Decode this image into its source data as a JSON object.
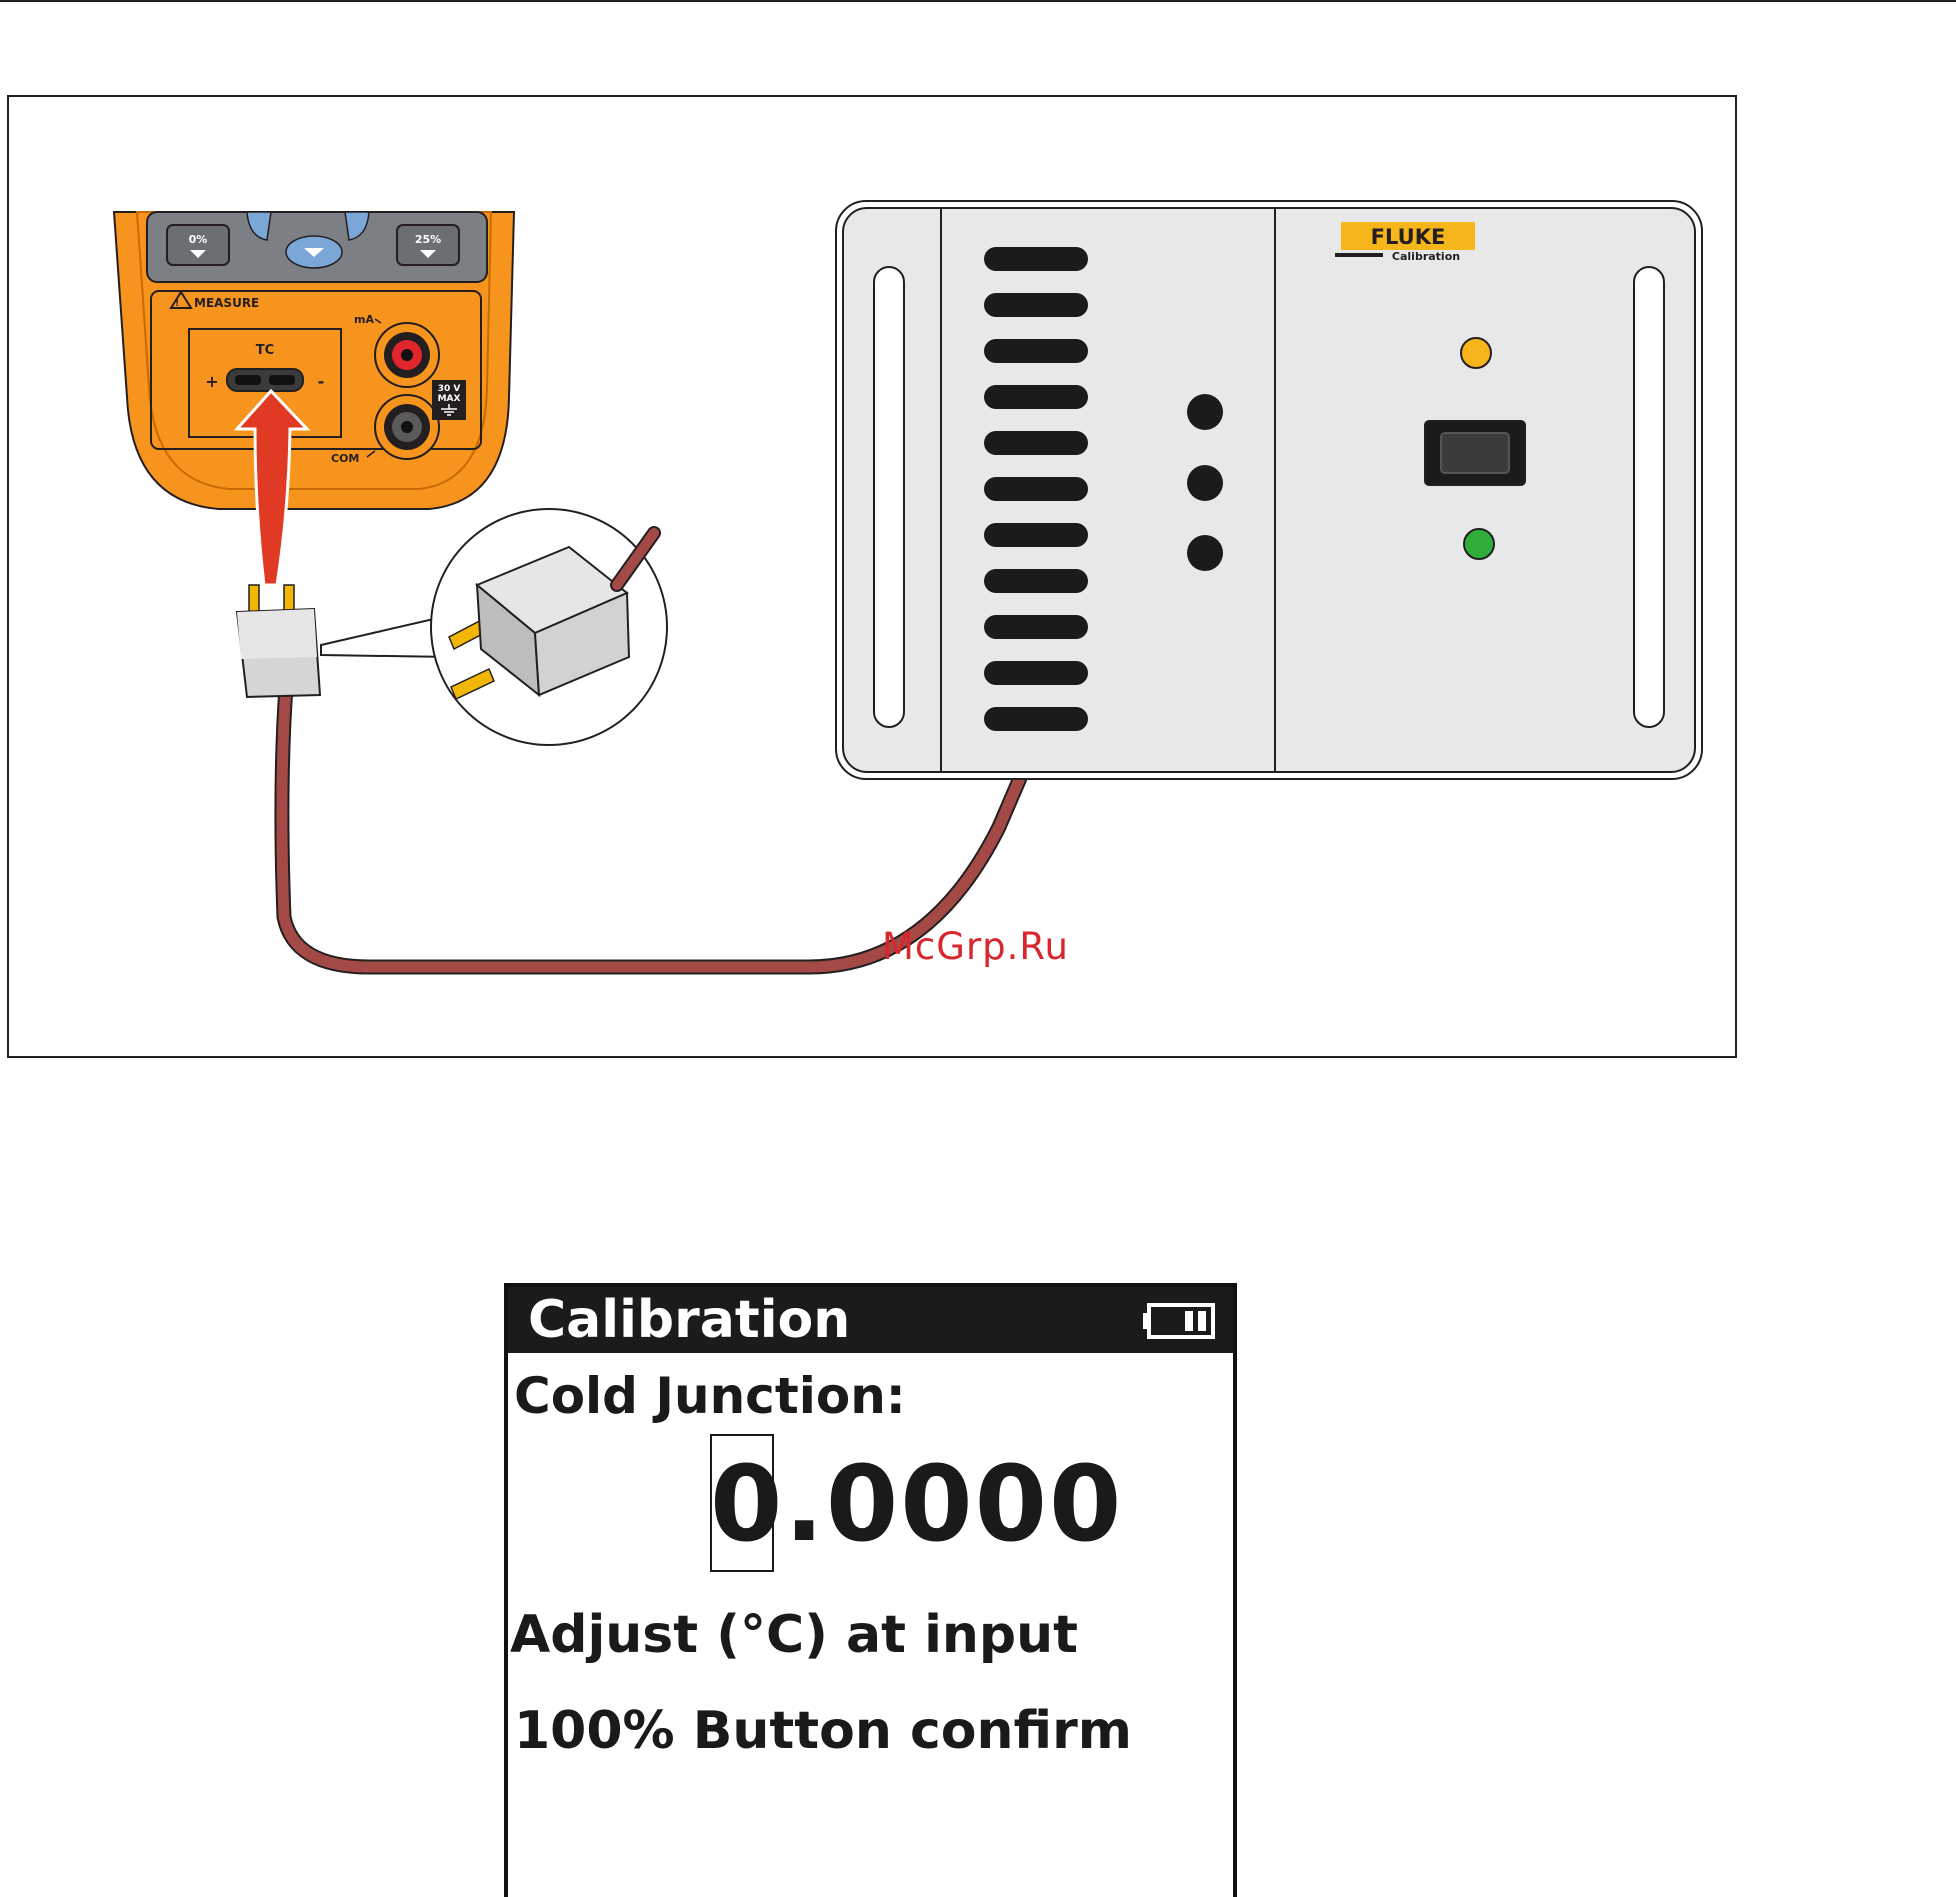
{
  "figure": {
    "calibrator": {
      "button_zero_label": "0%",
      "button_25_label": "25%",
      "measure_label": "MEASURE",
      "tc_label": "TC",
      "plus_label": "+",
      "minus_label": "-",
      "ma_label": "mA",
      "com_label": "COM",
      "max_rating_line1": "30 V",
      "max_rating_line2": "MAX"
    },
    "heat_source": {
      "brand_logo": "FLUKE",
      "brand_sub": "Calibration"
    },
    "colors": {
      "calibrator_body": "#f7941d",
      "cable": "#a44a46",
      "arrow": "#e03a25",
      "led_yellow": "#f5b51b",
      "led_green": "#2fae3b",
      "jack_red": "#e0262c",
      "connector_pins": "#f2b705"
    }
  },
  "watermark": "McGrp.Ru",
  "display": {
    "title": "Calibration",
    "cold_junction_label": "Cold Junction:",
    "value_first_digit": "0",
    "value_rest": ".0000",
    "instruction_line1": "Adjust (°C) at input",
    "instruction_line2": "100% Button confirm",
    "battery_icon": "battery-icon"
  }
}
